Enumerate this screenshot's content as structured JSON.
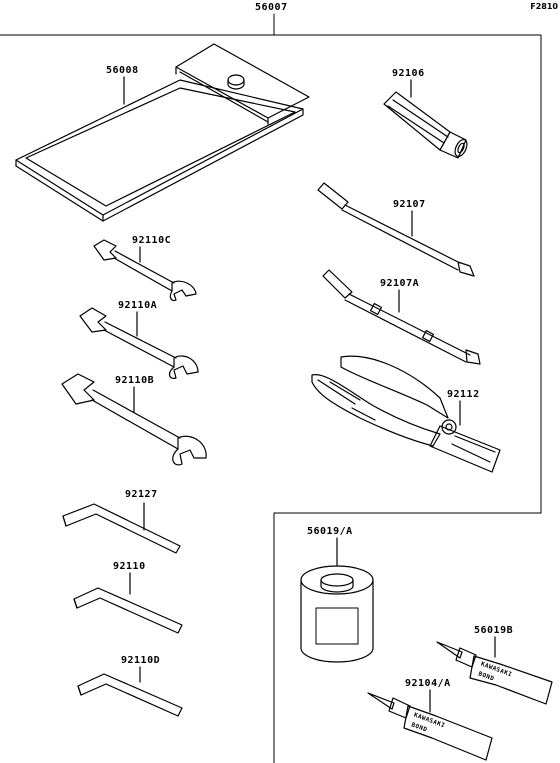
{
  "figure_code": "F2810",
  "parts": {
    "kit": "56007",
    "pouch": "56008",
    "plug_tool": "92106",
    "screwdriver": "92107",
    "screwdriver_a": "92107A",
    "wrench_c": "92110C",
    "wrench_a": "92110A",
    "wrench_b": "92110B",
    "pliers": "92112",
    "hex_key_1": "92127",
    "hex_key_2": "92110",
    "hex_key_3": "92110D",
    "bond_can": "56019/A",
    "bond_tube_1": "56019B",
    "bond_tube_2": "92104/A"
  },
  "tube_print": [
    "KAWASAKI",
    "BOND"
  ]
}
